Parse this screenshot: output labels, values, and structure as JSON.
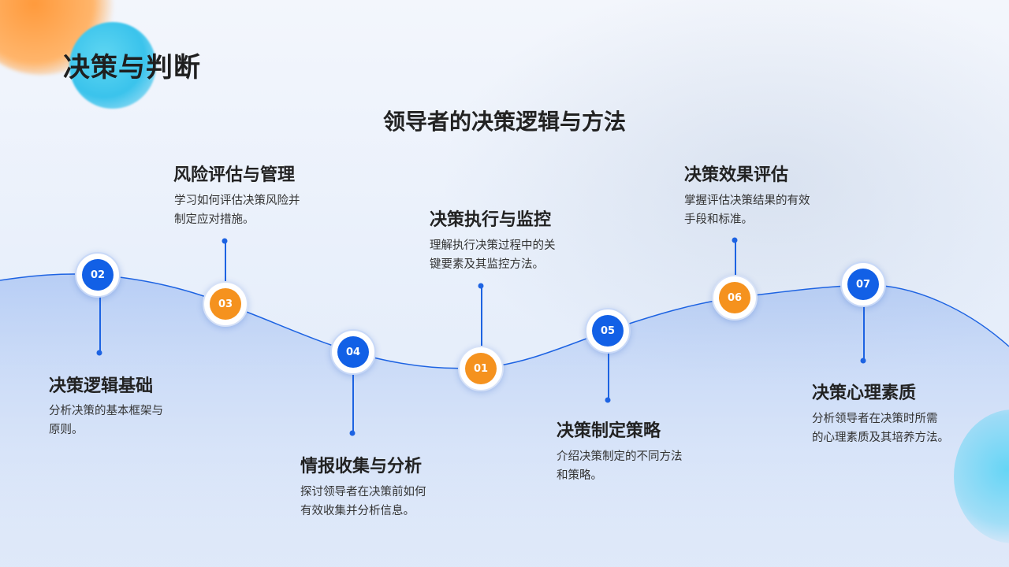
{
  "title": "决策与判断",
  "subtitle": "领导者的决策逻辑与方法",
  "colors": {
    "accent_blue": "#1260e6",
    "accent_orange": "#f5921e",
    "line": "#1d63e2"
  },
  "items": [
    {
      "num": "01",
      "title": "决策执行与监控",
      "desc_lines": [
        "理解执行决策过程中的关",
        "键要素及其监控方法。"
      ]
    },
    {
      "num": "02",
      "title": "决策逻辑基础",
      "desc_lines": [
        "分析决策的基本框架与",
        "原则。"
      ]
    },
    {
      "num": "03",
      "title": "风险评估与管理",
      "desc_lines": [
        "学习如何评估决策风险并",
        "制定应对措施。"
      ]
    },
    {
      "num": "04",
      "title": "情报收集与分析",
      "desc_lines": [
        "探讨领导者在决策前如何",
        "有效收集并分析信息。"
      ]
    },
    {
      "num": "05",
      "title": "决策制定策略",
      "desc_lines": [
        "介绍决策制定的不同方法",
        "和策略。"
      ]
    },
    {
      "num": "06",
      "title": "决策效果评估",
      "desc_lines": [
        "掌握评估决策结果的有效",
        "手段和标准。"
      ]
    },
    {
      "num": "07",
      "title": "决策心理素质",
      "desc_lines": [
        "分析领导者在决策时所需",
        "的心理素质及其培养方法。"
      ]
    }
  ]
}
